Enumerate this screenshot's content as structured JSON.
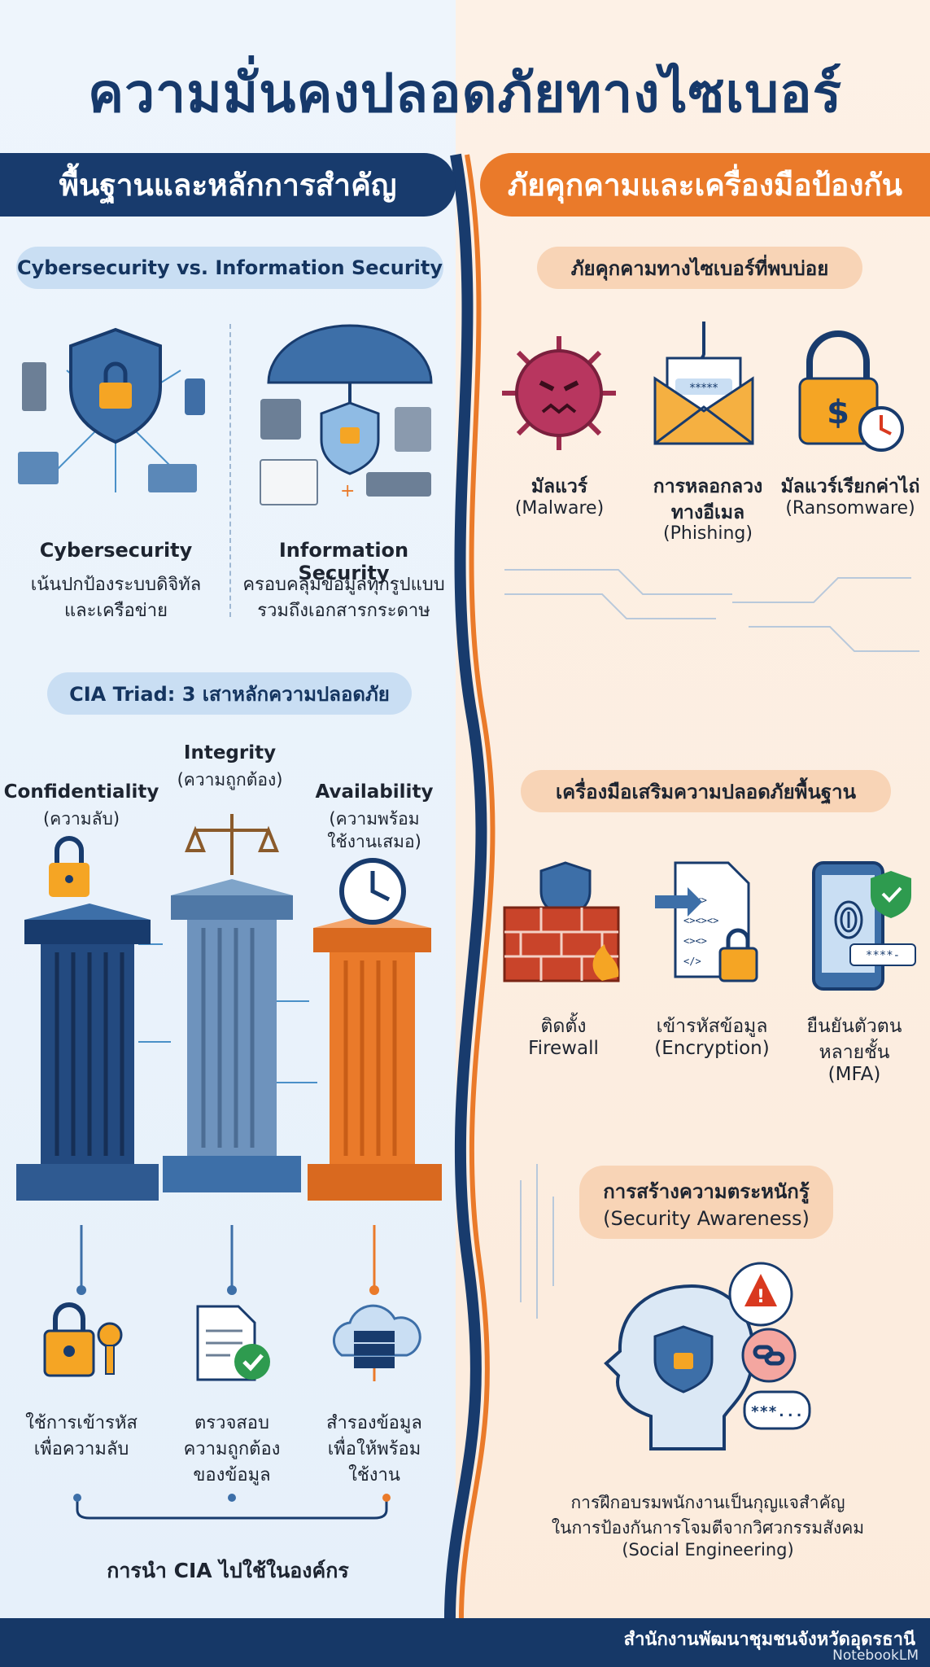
{
  "title": "ความมั่นคงปลอดภัยทางไซเบอร์",
  "left": {
    "header": "พื้นฐานและหลักการสำคัญ",
    "compare": {
      "pill": "Cybersecurity vs. Information Security",
      "cyber": {
        "title": "Cybersecurity",
        "line1": "เน้นปกป้องระบบดิจิทัล",
        "line2": "และเครือข่าย"
      },
      "infosec": {
        "title": "Information Security",
        "line1": "ครอบคลุมข้อมูลทุกรูปแบบ",
        "line2": "รวมถึงเอกสารกระดาษ"
      }
    },
    "cia": {
      "pill": "CIA Triad: 3 เสาหลักความปลอดภัย",
      "confidentiality": {
        "en": "Confidentiality",
        "th": "(ความลับ)"
      },
      "integrity": {
        "en": "Integrity",
        "th": "(ความถูกต้อง)"
      },
      "availability": {
        "en": "Availability",
        "th1": "(ความพร้อม",
        "th2": "ใช้งานเสมอ)"
      },
      "apply": [
        {
          "l1": "ใช้การเข้ารหัส",
          "l2": "เพื่อความลับ",
          "l3": ""
        },
        {
          "l1": "ตรวจสอบ",
          "l2": "ความถูกต้อง",
          "l3": "ของข้อมูล"
        },
        {
          "l1": "สำรองข้อมูล",
          "l2": "เพื่อให้พร้อม",
          "l3": "ใช้งาน"
        }
      ],
      "apply_label": "การนำ CIA ไปใช้ในองค์กร"
    }
  },
  "right": {
    "header": "ภัยคุกคามและเครื่องมือป้องกัน",
    "threats": {
      "pill": "ภัยคุกคามทางไซเบอร์ที่พบบ่อย",
      "items": [
        {
          "th": "มัลแวร์",
          "th2": "",
          "en": "(Malware)"
        },
        {
          "th": "การหลอกลวง",
          "th2": "ทางอีเมล",
          "en": "(Phishing)"
        },
        {
          "th": "มัลแวร์เรียกค่าไถ่",
          "th2": "",
          "en": "(Ransomware)"
        }
      ]
    },
    "tools": {
      "pill": "เครื่องมือเสริมความปลอดภัยพื้นฐาน",
      "items": [
        {
          "l1": "ติดตั้ง",
          "l2": "Firewall",
          "l3": ""
        },
        {
          "l1": "เข้ารหัสข้อมูล",
          "l2": "(Encryption)",
          "l3": ""
        },
        {
          "l1": "ยืนยันตัวตน",
          "l2": "หลายชั้น",
          "l3": "(MFA)"
        }
      ]
    },
    "awareness": {
      "pill_l1": "การสร้างความตระหนักรู้",
      "pill_l2": "(Security Awareness)",
      "desc1": "การฝึกอบรมพนักงานเป็นกุญแจสำคัญ",
      "desc2": "ในการป้องกันการโจมตีจากวิศวกรรมสังคม",
      "desc3": "(Social Engineering)",
      "password_mask": "*****",
      "password_mask2": "***..."
    }
  },
  "footer": {
    "org": "สำนักงานพัฒนาชุมชนจังหวัดอุดรธานี",
    "brand": "NotebookLM"
  },
  "colors": {
    "navy": "#183b6d",
    "blue": "#3d6fa8",
    "orange": "#ea7a2a",
    "yellow": "#f5a524"
  }
}
